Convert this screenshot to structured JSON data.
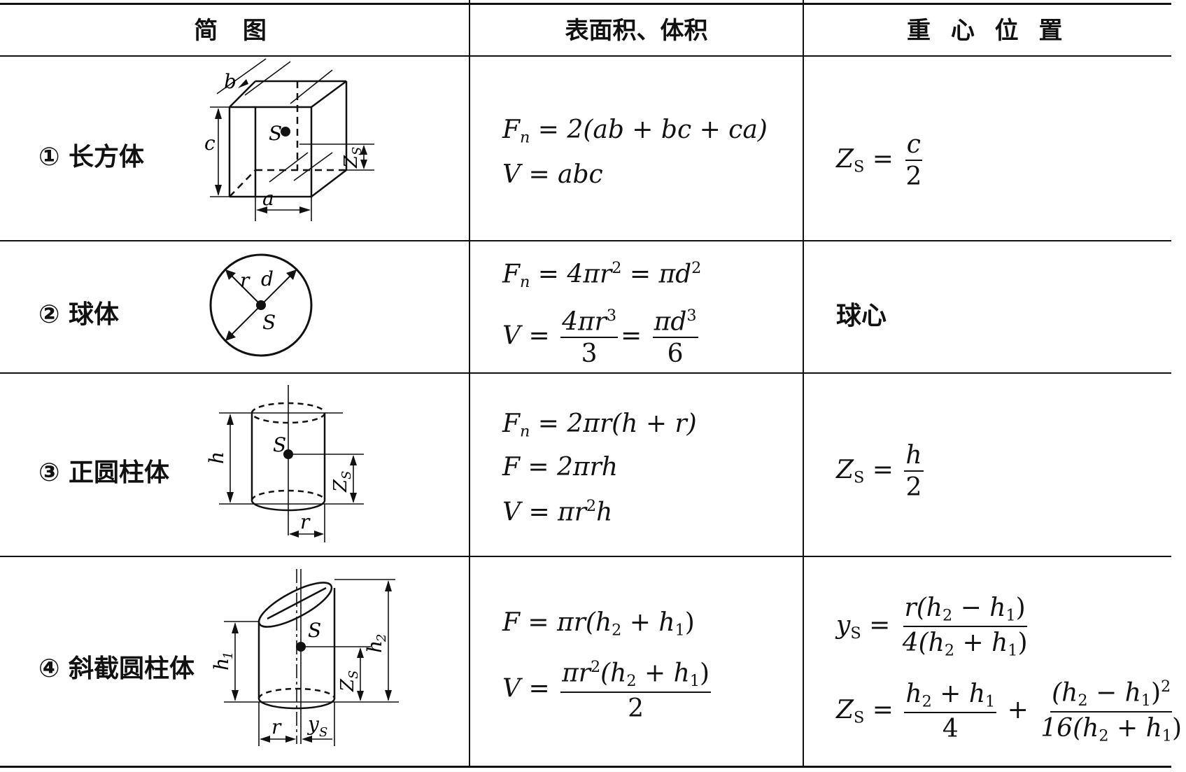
{
  "headers": {
    "diagram": "简 图",
    "area_volume": "表面积、体积",
    "centroid": "重 心 位 置"
  },
  "rows": [
    {
      "name": "① 长方体",
      "fig_labels": {
        "b": "b",
        "c": "c",
        "s": "S",
        "zs": "Z",
        "zs_sub": "S",
        "a": "a"
      },
      "formulas": {
        "f1_lhs": "F",
        "f1_sub": "n",
        "f1_rhs": " = 2(ab + bc + ca)",
        "f2": "V = abc"
      },
      "centroid": {
        "lhs": "Z",
        "sub": "S",
        "num": "c",
        "den": "2"
      }
    },
    {
      "name": "② 球体",
      "fig_labels": {
        "r": "r",
        "d": "d",
        "s": "S"
      },
      "formulas": {
        "f1_lhs": "F",
        "f1_sub": "n",
        "f1_rhs": " = 4πr",
        "f1_sup": "2",
        "f1_rhs2": " = πd",
        "f1_sup2": "2",
        "v_lhs": "V = ",
        "n1": "4πr",
        "n1_sup": "3",
        "d1": "3",
        "n2": "πd",
        "n2_sup": "3",
        "d2": "6"
      },
      "centroid": {
        "text": "球心"
      }
    },
    {
      "name": "③ 正圆柱体",
      "fig_labels": {
        "h": "h",
        "s": "S",
        "zs": "Z",
        "zs_sub": "S",
        "r": "r"
      },
      "formulas": {
        "f1_lhs": "F",
        "f1_sub": "n",
        "f1_rhs": " = 2πr(h + r)",
        "f2": "F = 2πrh",
        "f3": "V = πr",
        "f3_sup": "2",
        "f3_tail": "h"
      },
      "centroid": {
        "lhs": "Z",
        "sub": "S",
        "num": "h",
        "den": "2"
      }
    },
    {
      "name": "④ 斜截圆柱体",
      "fig_labels": {
        "h1": "h",
        "h1_sub": "1",
        "h2": "h",
        "h2_sub": "2",
        "s": "S",
        "zs": "Z",
        "zs_sub": "S",
        "r": "r",
        "ys": "y",
        "ys_sub": "S"
      },
      "formulas": {
        "f1": "F = πr(h",
        "f1_s1": "2",
        "f1_mid": " + h",
        "f1_s2": "1",
        "f1_end": ")",
        "v_lhs": "V = ",
        "vn": "πr",
        "vn_sup": "2",
        "vn_a": "(h",
        "vn_s1": "2",
        "vn_b": " + h",
        "vn_s2": "1",
        "vn_c": ")",
        "vd": "2"
      },
      "centroid": {
        "y_lhs": "y",
        "y_sub": "S",
        "y_num": "r(h",
        "y_n1": "2",
        "y_nm": " − h",
        "y_n2": "1",
        "y_ne": ")",
        "y_den": "4(h",
        "y_d1": "2",
        "y_dm": " + h",
        "y_d2": "1",
        "y_de": ")",
        "z_lhs": "Z",
        "z_sub": "S",
        "z1_num": "h",
        "z1_n1": "2",
        "z1_nm": " + h",
        "z1_n2": "1",
        "z1_den": "4",
        "plus": " + ",
        "z2_num": "(h",
        "z2_n1": "2",
        "z2_nm": " − h",
        "z2_n2": "1",
        "z2_ne": ")",
        "z2_sup": "2",
        "z2_den": "16(h",
        "z2_d1": "2",
        "z2_dm": " + h",
        "z2_d2": "1",
        "z2_de": ")"
      }
    }
  ]
}
